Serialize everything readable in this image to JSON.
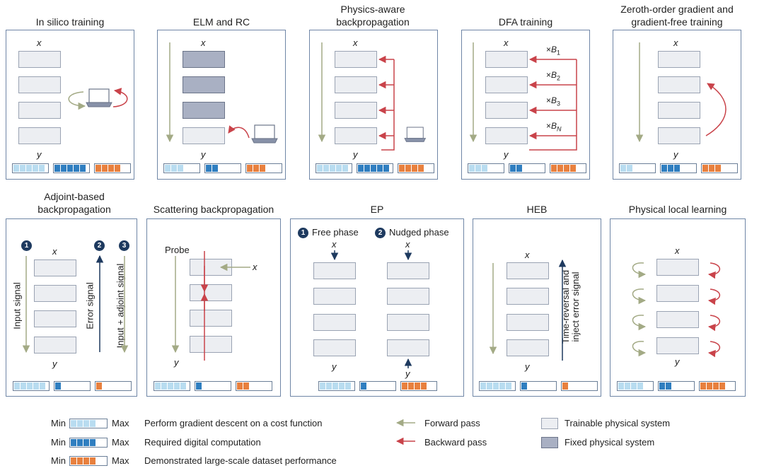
{
  "panels": [
    {
      "title": "In silico training",
      "x": "x",
      "y": "y",
      "levels": {
        "gradient": 5,
        "digital": 5,
        "performance": 4
      }
    },
    {
      "title": "ELM and RC",
      "x": "x",
      "y": "y",
      "levels": {
        "gradient": 3,
        "digital": 2,
        "performance": 3
      }
    },
    {
      "title": "Physics-aware backpropagation",
      "x": "x",
      "y": "y",
      "levels": {
        "gradient": 5,
        "digital": 5,
        "performance": 4
      }
    },
    {
      "title": "DFA training",
      "x": "x",
      "y": "y",
      "levels": {
        "gradient": 3,
        "digital": 2,
        "performance": 4
      },
      "feedback": [
        "×B1",
        "×B2",
        "×B3",
        "×BN"
      ]
    },
    {
      "title": "Zeroth-order gradient and gradient-free training",
      "x": "x",
      "y": "y",
      "levels": {
        "gradient": 2,
        "digital": 3,
        "performance": 3
      }
    },
    {
      "title": "Adjoint-based backpropagation",
      "x": "x",
      "y": "y",
      "levels": {
        "gradient": 5,
        "digital": 1,
        "performance": 1
      },
      "steps": [
        "1",
        "2",
        "3"
      ],
      "signals": [
        "Input signal",
        "Error signal",
        "Input + adjoint signal"
      ]
    },
    {
      "title": "Scattering backpropagation",
      "x": "x",
      "y": "y",
      "levels": {
        "gradient": 5,
        "digital": 1,
        "performance": 2
      },
      "probe": "Probe"
    },
    {
      "title": "EP",
      "x": "x",
      "y": "y",
      "levels": {
        "gradient": 5,
        "digital": 1,
        "performance": 4
      },
      "phases": [
        {
          "num": "1",
          "label": "Free phase"
        },
        {
          "num": "2",
          "label": "Nudged phase"
        }
      ]
    },
    {
      "title": "HEB",
      "x": "x",
      "y": "y",
      "levels": {
        "gradient": 5,
        "digital": 1,
        "performance": 1
      },
      "signal": "Time-reversal and inject error signal"
    },
    {
      "title": "Physical local learning",
      "x": "x",
      "y": "y",
      "levels": {
        "gradient": 4,
        "digital": 2,
        "performance": 4
      }
    }
  ],
  "legend": {
    "min": "Min",
    "max": "Max",
    "gradient_desc": "Perform gradient descent on a cost function",
    "digital_desc": "Required digital computation",
    "performance_desc": "Demonstrated large-scale dataset performance",
    "forward": "Forward pass",
    "backward": "Backward pass",
    "trainable": "Trainable physical system",
    "fixed": "Fixed physical system"
  },
  "colors": {
    "forward": "#a3aa85",
    "backward": "#c9434a",
    "error": "#1e3a5f",
    "gradient": "#b8dcf0",
    "digital": "#2f7ec0",
    "performance": "#e8803e",
    "frame": "#6f86a6"
  }
}
